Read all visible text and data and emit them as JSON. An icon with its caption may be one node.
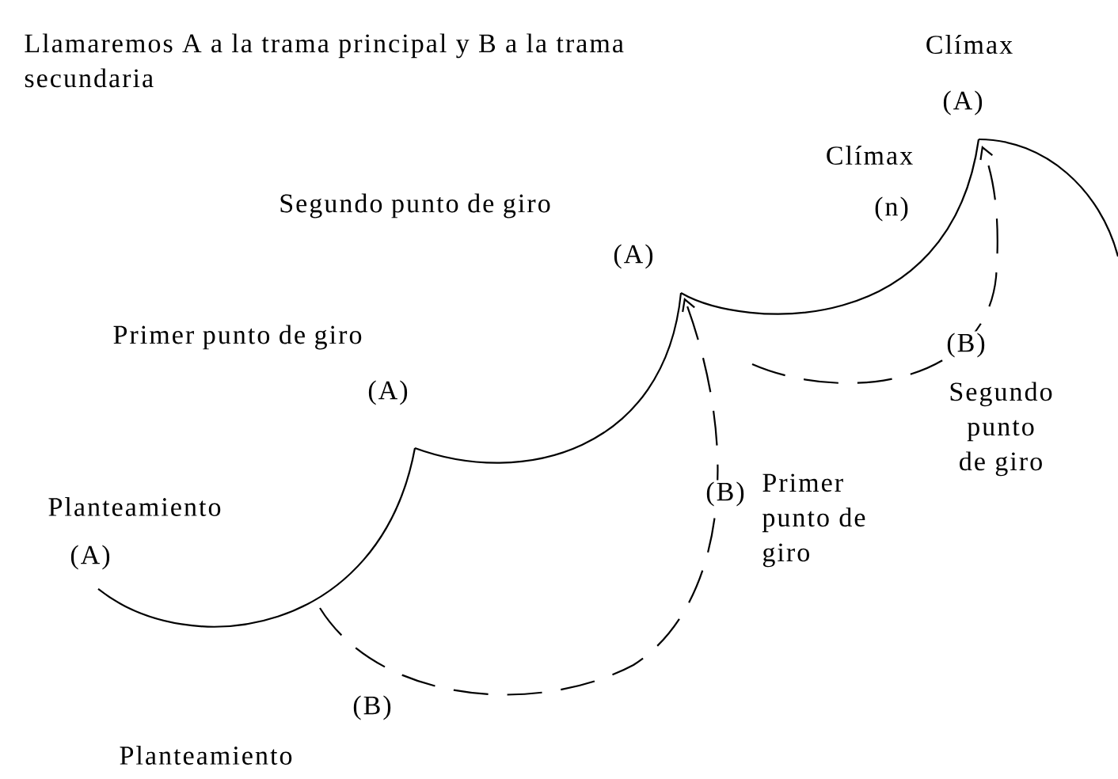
{
  "diagram": {
    "labels": [
      "Llamaremos A a la trama principal y B a la trama secundaria",
      "Clímax",
      "(A)",
      "Clímax",
      "(n)",
      "Segundo punto de giro",
      "(A)",
      "(B)",
      "Segundo punto de giro",
      "Primer punto de giro",
      "(A)",
      "Planteamiento",
      "(A)",
      "(B)",
      "Primer punto de giro",
      "(B)",
      "Planteamiento"
    ]
  }
}
